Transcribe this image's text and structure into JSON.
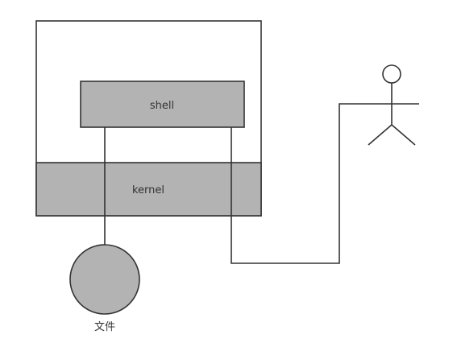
{
  "diagram": {
    "shell_label": "shell",
    "kernel_label": "kernel",
    "file_label": "文件"
  },
  "colors": {
    "box_fill": "#b3b3b3",
    "stroke": "#333333",
    "background": "#ffffff"
  },
  "icons": {
    "user": "stick-figure-icon"
  }
}
